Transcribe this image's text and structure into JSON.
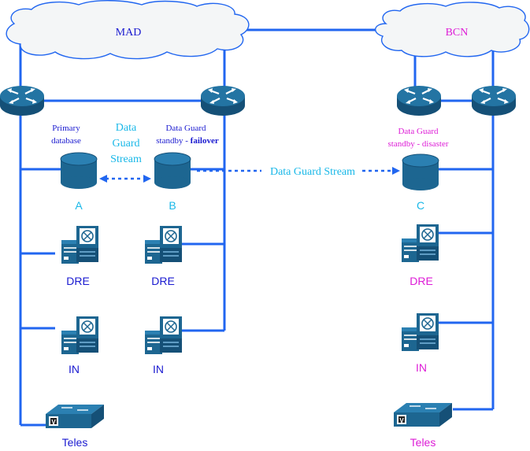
{
  "clouds": {
    "mad": "MAD",
    "bcn": "BCN"
  },
  "databases": {
    "a": {
      "caption_line1": "Primary",
      "caption_line2": "database",
      "letter": "A"
    },
    "b": {
      "caption_line1": "Data Guard",
      "caption_line2_prefix": "standby - ",
      "caption_line2_bold": "failover",
      "letter": "B"
    },
    "c": {
      "caption_line1": "Data Guard",
      "caption_line2": "standby - disaster",
      "letter": "C"
    }
  },
  "streams": {
    "local_line1": "Data",
    "local_line2": "Guard",
    "local_line3": "Stream",
    "remote": "Data Guard Stream"
  },
  "servers": {
    "dre_left": "DRE",
    "dre_mid": "DRE",
    "dre_right": "DRE",
    "in_left": "IN",
    "in_mid": "IN",
    "in_right": "IN"
  },
  "switches": {
    "teles_left": "Teles",
    "teles_right": "Teles",
    "badge": "V"
  },
  "colors": {
    "line": "#2166f0",
    "cloud_fill": "#f4f6f7",
    "device_blue": "#1d6691",
    "device_dark": "#155077",
    "label_blue": "#1a1ad0",
    "label_cyan": "#19b8e8",
    "label_magenta": "#dd1bd6"
  }
}
